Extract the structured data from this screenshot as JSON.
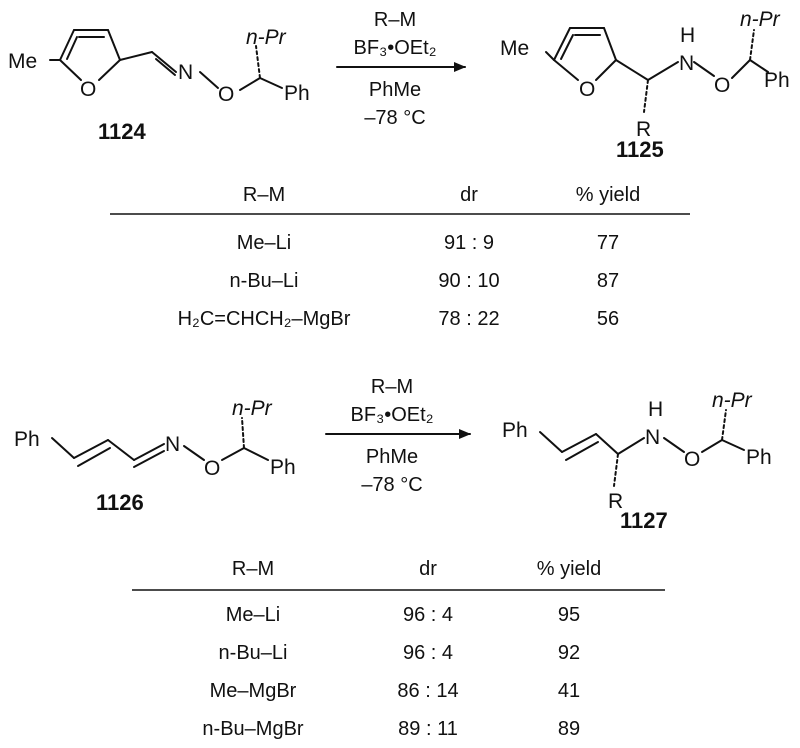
{
  "scheme1": {
    "reactant": {
      "id": "1124",
      "labels": {
        "me": "Me",
        "o_ring": "O",
        "n": "N",
        "o_link": "O",
        "npr": "n-Pr",
        "ph": "Ph"
      }
    },
    "conditions": {
      "reagent": "R–M",
      "lewis_acid": "BF₃•OEt₂",
      "solvent": "PhMe",
      "temperature": "–78 °C"
    },
    "product": {
      "id": "1125",
      "labels": {
        "me": "Me",
        "o_ring": "O",
        "h": "H",
        "n": "N",
        "o_link": "O",
        "r": "R",
        "npr": "n-Pr",
        "ph": "Ph"
      }
    },
    "table": {
      "headers": [
        "R–M",
        "dr",
        "% yield"
      ],
      "rows": [
        [
          "Me–Li",
          "91 : 9",
          "77"
        ],
        [
          "n-Bu–Li",
          "90 : 10",
          "87"
        ],
        [
          "H₂C=CHCH₂–MgBr",
          "78 : 22",
          "56"
        ]
      ]
    }
  },
  "scheme2": {
    "reactant": {
      "id": "1126",
      "labels": {
        "ph_left": "Ph",
        "n": "N",
        "o_link": "O",
        "npr": "n-Pr",
        "ph": "Ph"
      }
    },
    "conditions": {
      "reagent": "R–M",
      "lewis_acid": "BF₃•OEt₂",
      "solvent": "PhMe",
      "temperature": "–78 °C"
    },
    "product": {
      "id": "1127",
      "labels": {
        "ph_left": "Ph",
        "h": "H",
        "n": "N",
        "o_link": "O",
        "r": "R",
        "npr": "n-Pr",
        "ph": "Ph"
      }
    },
    "table": {
      "headers": [
        "R–M",
        "dr",
        "% yield"
      ],
      "rows": [
        [
          "Me–Li",
          "96 : 4",
          "95"
        ],
        [
          "n-Bu–Li",
          "96 : 4",
          "92"
        ],
        [
          "Me–MgBr",
          "86 : 14",
          "41"
        ],
        [
          "n-Bu–MgBr",
          "89 : 11",
          "89"
        ]
      ]
    }
  }
}
